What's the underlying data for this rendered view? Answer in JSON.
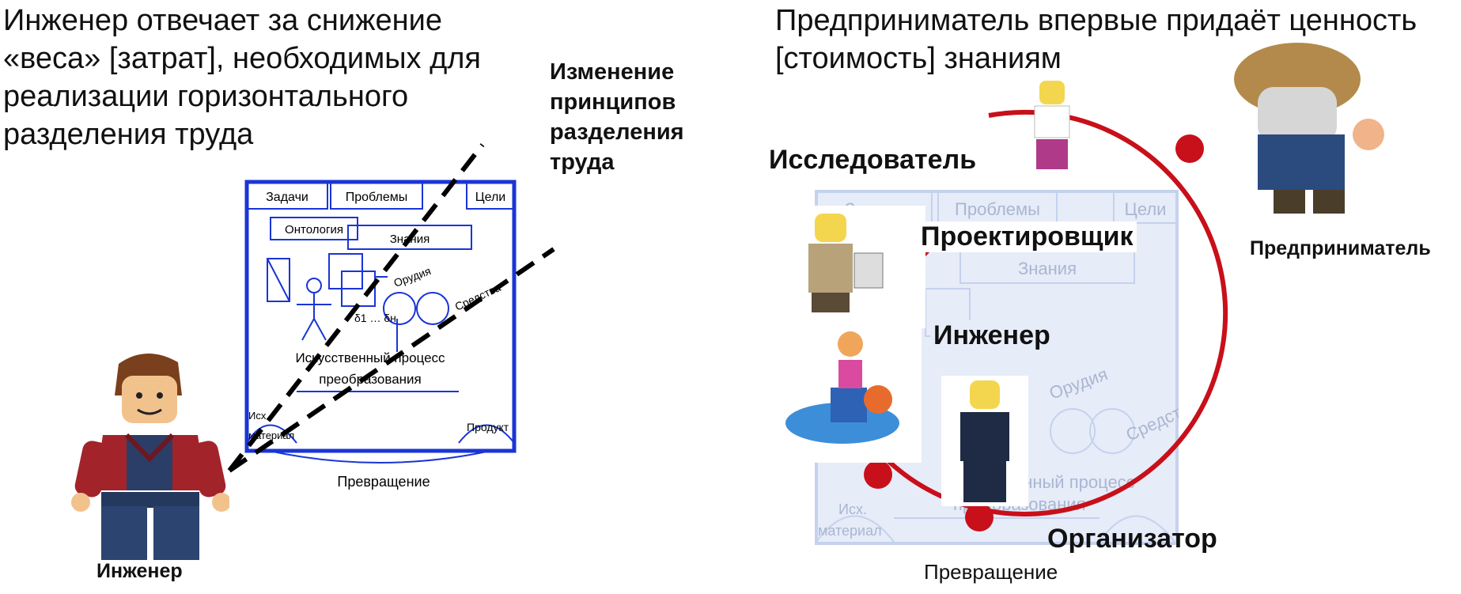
{
  "headings": {
    "left": "Инженер отвечает за снижение\n«веса» [затрат], необходимых для\nреализации горизонтального\nразделения труда",
    "right": "Предприниматель впервые придаёт ценность\n[стоимость] знаниям"
  },
  "side_note": "Изменение\nпринципов\nразделения\nтруда",
  "diagram": {
    "tasks": "Задачи",
    "problems": "Проблемы",
    "goals": "Цели",
    "ontology": "Онтология",
    "knowledge": "Знания",
    "tools": "Орудия",
    "means": "Средства",
    "deltas": "δ1 … δн",
    "process_line1": "Искусственный процесс",
    "process_line2": "преобразования",
    "raw_line1": "Исх.",
    "raw_line2": "материал",
    "product": "Продукт",
    "transformation": "Превращение"
  },
  "roles": {
    "engineer_left": "Инженер",
    "researcher": "Исследователь",
    "designer": "Проектировщик",
    "engineer": "Инженер",
    "organizer": "Организатор",
    "entrepreneur": "Предприниматель"
  },
  "colors": {
    "diagram_blue": "#1a35d6",
    "faded_blue": "#c5d2ee",
    "cycle_red": "#c8101a",
    "text": "#111111"
  }
}
